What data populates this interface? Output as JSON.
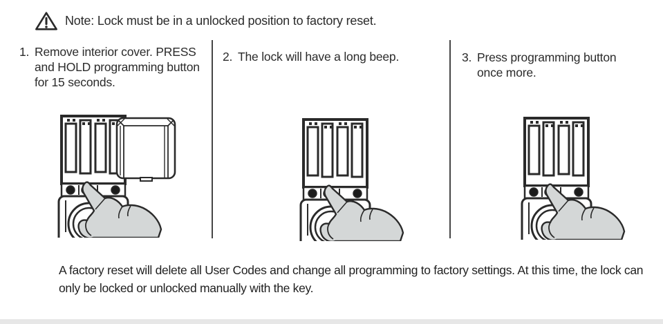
{
  "note": {
    "icon": "warning-triangle-icon",
    "text": "Note: Lock must be in a unlocked position to factory reset."
  },
  "steps": [
    {
      "number": "1.",
      "text": "Remove interior cover. PRESS and HOLD programming button for 15 seconds."
    },
    {
      "number": "2.",
      "text": "The lock will have a long beep."
    },
    {
      "number": "3.",
      "text": "Press programming button once more."
    }
  ],
  "footer": {
    "text": "A factory reset will delete all User Codes and change all programming to factory settings. At this time, the lock can only be locked or unlocked manually with the key."
  },
  "colors": {
    "text": "#2b2b2b",
    "line": "#2a2a2a",
    "divider": "#454545",
    "hand_fill": "#d4d7d7",
    "bottom_bar": "#e7e7e7"
  }
}
